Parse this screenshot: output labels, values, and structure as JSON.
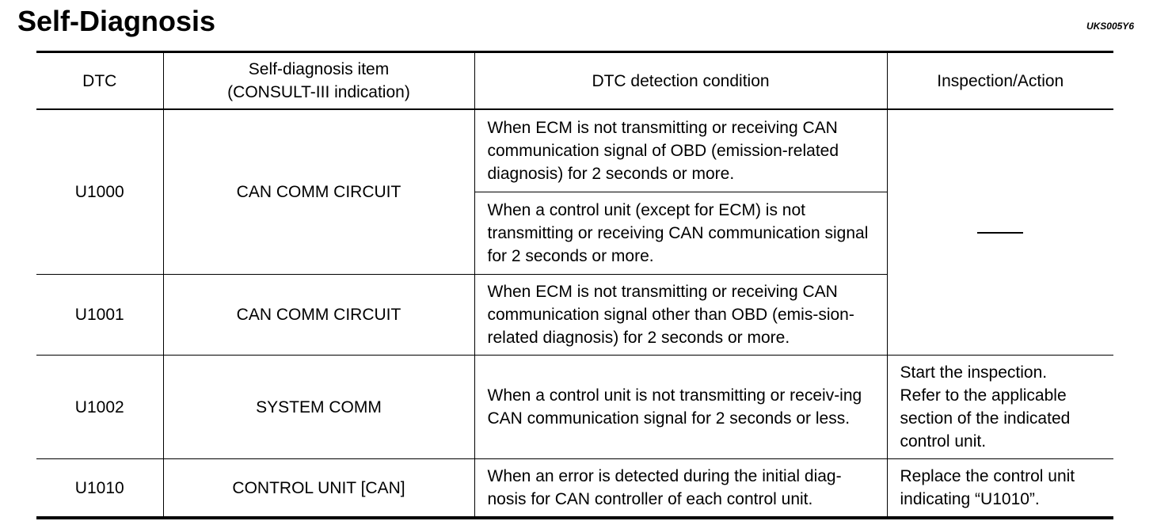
{
  "title": "Self-Diagnosis",
  "code": "UKS005Y6",
  "headers": {
    "dtc": "DTC",
    "item_line1": "Self-diagnosis item",
    "item_line2": "(CONSULT-III indication)",
    "condition": "DTC detection condition",
    "action": "Inspection/Action"
  },
  "rows": [
    {
      "dtc": "U1000",
      "item": "CAN COMM CIRCUIT",
      "conditions": [
        "When ECM is not transmitting or receiving CAN communication signal of OBD (emission-related diagnosis) for 2 seconds or more.",
        "When a control unit (except for ECM) is not transmitting or receiving CAN communication signal for 2 seconds or more."
      ]
    },
    {
      "dtc": "U1001",
      "item": "CAN COMM CIRCUIT",
      "conditions": [
        "When ECM is not transmitting or receiving CAN communication signal other than OBD (emis-sion-related diagnosis) for 2 seconds or more."
      ]
    },
    {
      "dtc": "U1002",
      "item": "SYSTEM COMM",
      "conditions": [
        "When a control unit is not transmitting or receiv-ing CAN communication signal for 2 seconds or less."
      ],
      "action_line1": "Start the inspection.",
      "action_line2": "Refer to the applicable section of the indicated control unit."
    },
    {
      "dtc": "U1010",
      "item": "CONTROL UNIT [CAN]",
      "conditions": [
        "When an error is detected during the initial diag-nosis for CAN controller of each control unit."
      ],
      "action": "Replace the control unit indicating “U1010”."
    }
  ]
}
